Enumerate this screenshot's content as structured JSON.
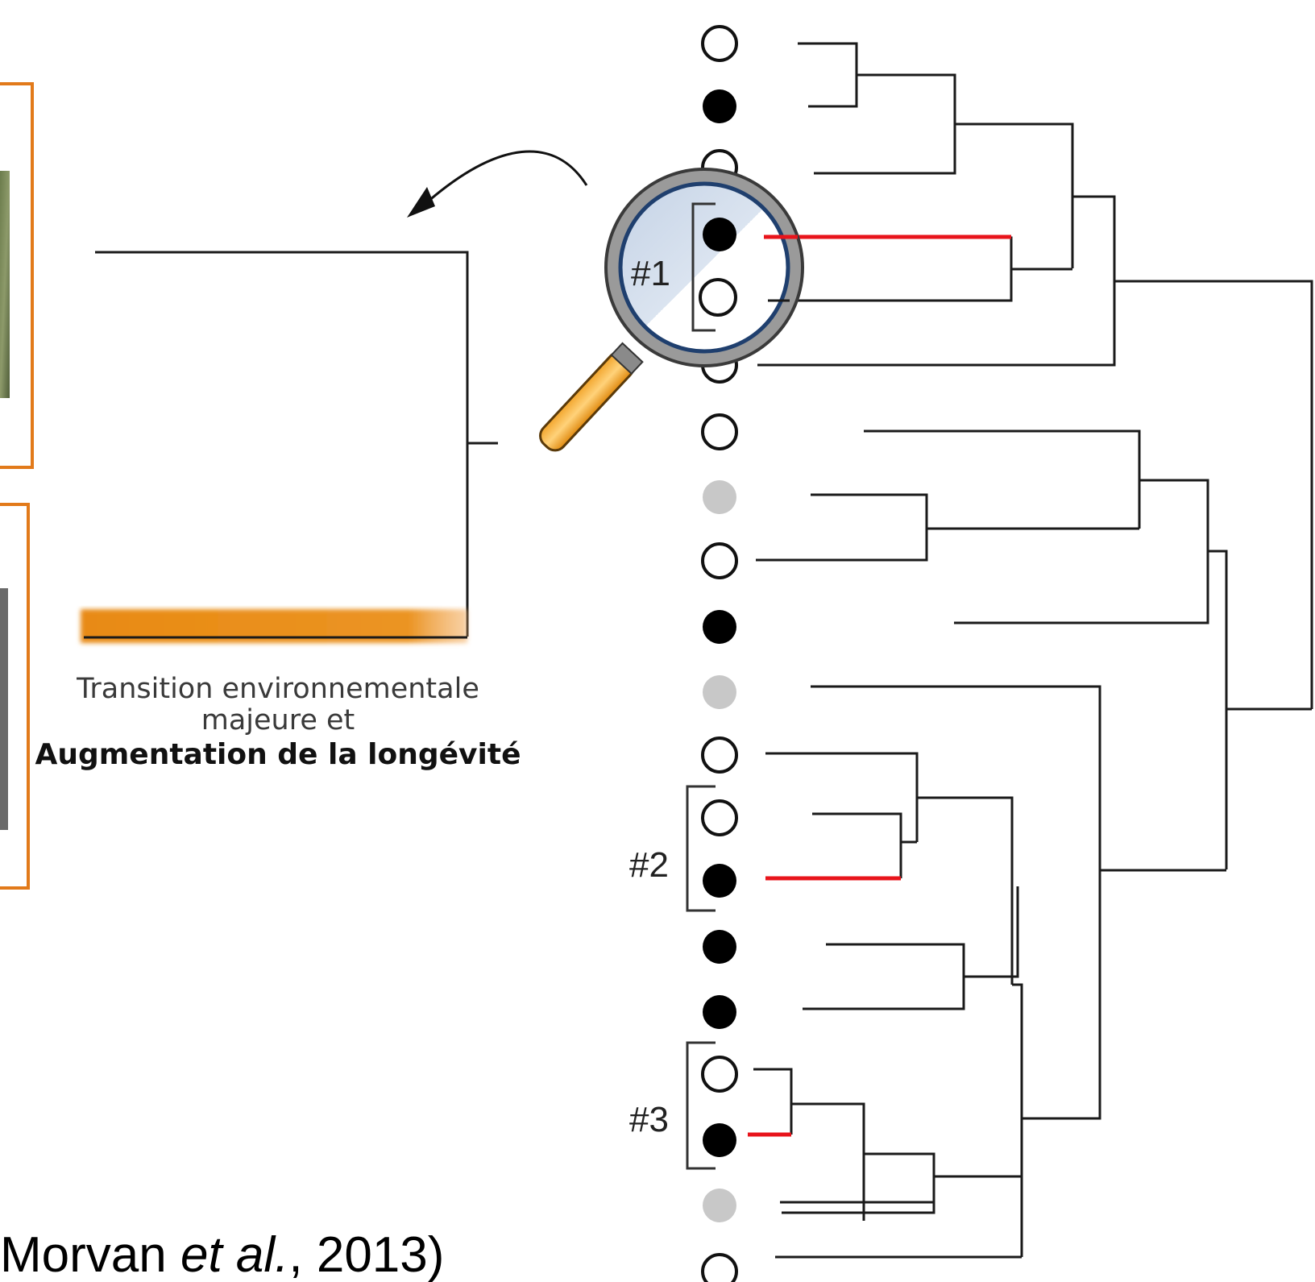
{
  "panel": {
    "transition_line1": "Transition environnementale",
    "transition_line2": "majeure et",
    "transition_line3": "Augmentation de la longévité",
    "citation_pre": "Morvan ",
    "citation_italic": "et al.",
    "citation_post": ", 2013)"
  },
  "clades": [
    {
      "label": "#1"
    },
    {
      "label": "#2"
    },
    {
      "label": "#3"
    }
  ],
  "tips": [
    "white",
    "black",
    "white",
    "black",
    "white",
    "white",
    "white",
    "gray",
    "white",
    "black",
    "gray",
    "white",
    "white",
    "black",
    "black",
    "black",
    "white",
    "black",
    "gray",
    "white"
  ],
  "colors": {
    "accent_orange": "#e27a1a",
    "highlight_red": "#e8141b",
    "tree_line": "#1a1a1a",
    "lens_rim": "#1f3f6e",
    "gray_tip": "#c8c8c8"
  }
}
